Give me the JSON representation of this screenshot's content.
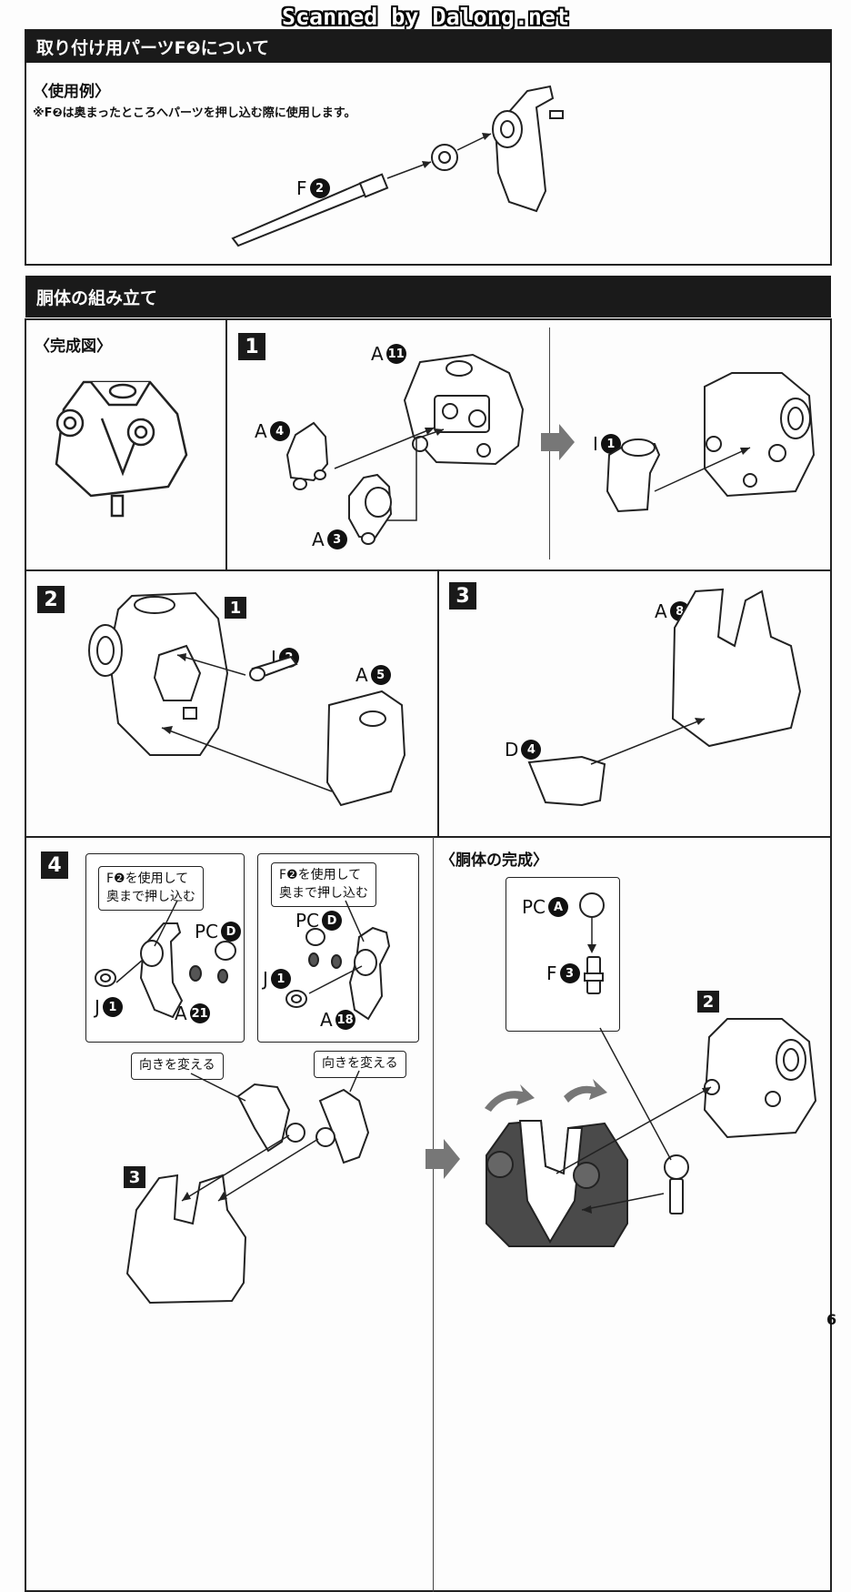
{
  "watermark": "Scanned by Dalong.net",
  "section1": {
    "title": "取り付け用パーツF❷について",
    "subtitle": "〈使用例〉",
    "note": "※F❷は奥まったところへパーツを押し込む際に使用します。",
    "part_label": {
      "letter": "F",
      "num": "2"
    }
  },
  "section2": {
    "title": "胴体の組み立て",
    "complete_label": "〈完成図〉",
    "step1": {
      "num": "1",
      "labels": [
        {
          "letter": "A",
          "num": "11"
        },
        {
          "letter": "A",
          "num": "4"
        },
        {
          "letter": "A",
          "num": "3"
        },
        {
          "letter": "I",
          "num": "1"
        }
      ]
    },
    "step2": {
      "num": "2",
      "ref": "1",
      "labels": [
        {
          "letter": "I",
          "num": "2"
        },
        {
          "letter": "A",
          "num": "5"
        }
      ]
    },
    "step3": {
      "num": "3",
      "labels": [
        {
          "letter": "A",
          "num": "8"
        },
        {
          "letter": "D",
          "num": "4"
        }
      ]
    },
    "step4": {
      "num": "4",
      "ref": "3",
      "left_callout": [
        "F❷を使用して",
        "奥まで押し込む"
      ],
      "right_callout": [
        "F❷を使用して",
        "奥まで押し込む"
      ],
      "left_labels": [
        {
          "letter": "PC",
          "num": "D"
        },
        {
          "letter": "J",
          "num": "1"
        },
        {
          "letter": "A",
          "num": "21"
        }
      ],
      "right_labels": [
        {
          "letter": "PC",
          "num": "D"
        },
        {
          "letter": "J",
          "num": "1"
        },
        {
          "letter": "A",
          "num": "18"
        }
      ],
      "turn_label_left": "向きを変える",
      "turn_label_right": "向きを変える"
    },
    "torso_complete": {
      "title": "〈胴体の完成〉",
      "ref": "2",
      "labels": [
        {
          "letter": "PC",
          "num": "A"
        },
        {
          "letter": "F",
          "num": "3"
        }
      ]
    }
  },
  "page_number": "6",
  "colors": {
    "header_bg": "#1a1a1a",
    "part_fill": "#ffffff",
    "dark_part": "#444444"
  }
}
